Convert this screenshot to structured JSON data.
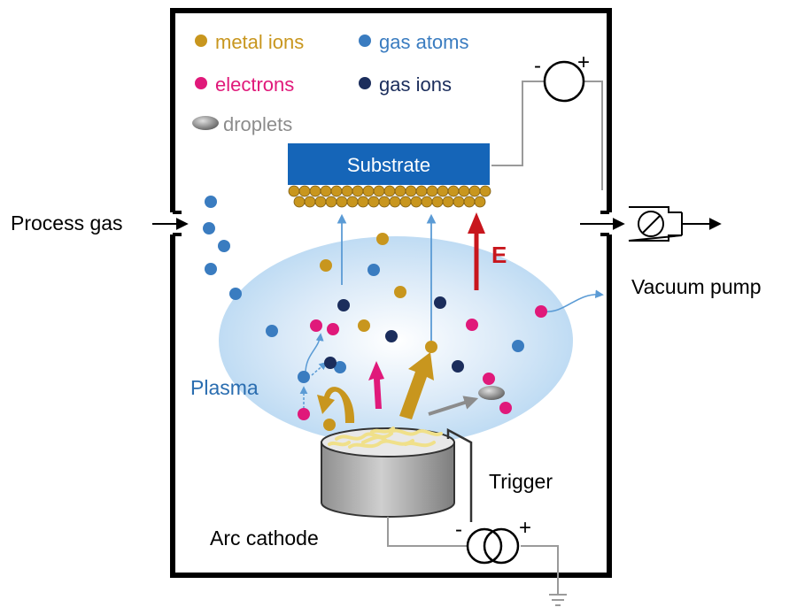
{
  "legend": {
    "metal_ions": "metal ions",
    "gas_atoms": "gas atoms",
    "electrons": "electrons",
    "gas_ions": "gas ions",
    "droplets": "droplets"
  },
  "labels": {
    "substrate": "Substrate",
    "process_gas": "Process gas",
    "vacuum_pump": "Vacuum pump",
    "plasma": "Plasma",
    "field": "E",
    "trigger": "Trigger",
    "arc_cathode": "Arc cathode",
    "minus_top": "-",
    "plus_top": "+",
    "minus_bottom": "-",
    "plus_bottom": "+"
  },
  "colors": {
    "metal_ion": "#c8961e",
    "gas_atom": "#3a7cc0",
    "electron": "#e0197a",
    "gas_ion": "#1b2d5c",
    "droplet": "#8c8c8c",
    "substrate": "#1565b8",
    "plasma_label": "#2a6db0",
    "field": "#c8161d",
    "wire": "#9a9a9a"
  }
}
